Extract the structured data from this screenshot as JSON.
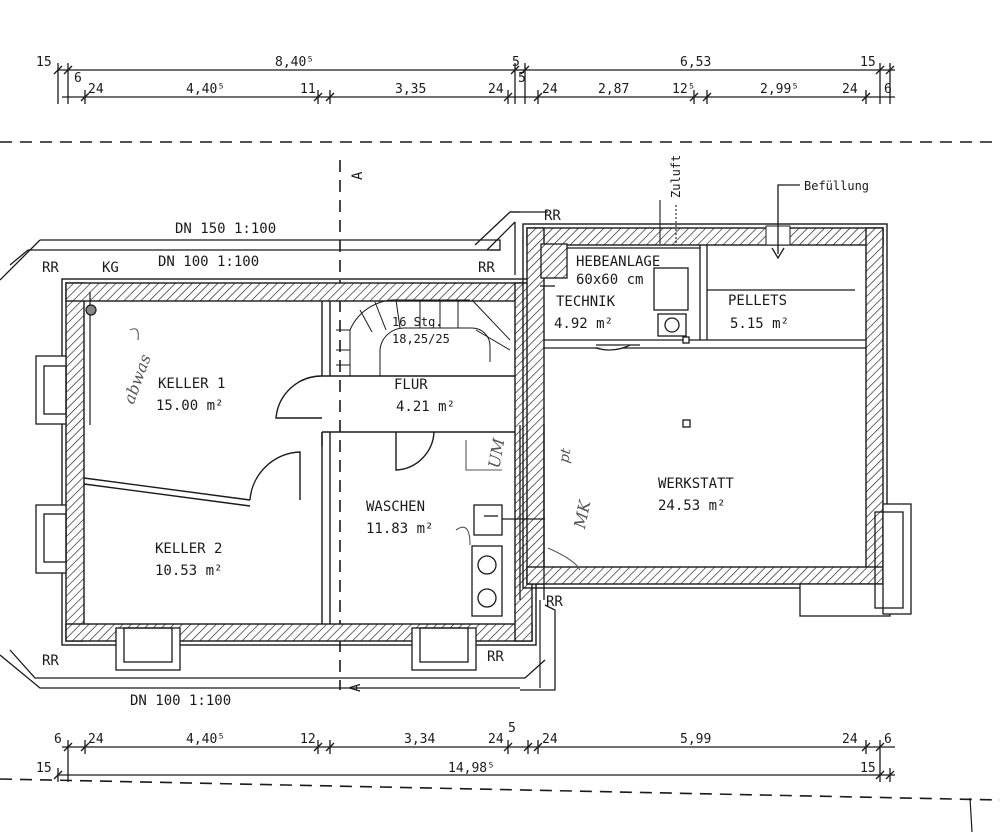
{
  "rooms": [
    {
      "id": "keller1",
      "name": "KELLER 1",
      "area": "15.00 m²"
    },
    {
      "id": "keller2",
      "name": "KELLER 2",
      "area": "10.53 m²"
    },
    {
      "id": "flur",
      "name": "FLUR",
      "area": "4.21 m²"
    },
    {
      "id": "waschen",
      "name": "WASCHEN",
      "area": "11.83 m²"
    },
    {
      "id": "technik",
      "name": "TECHNIK",
      "area": "4.92 m²"
    },
    {
      "id": "pellets",
      "name": "PELLETS",
      "area": "5.15 m²"
    },
    {
      "id": "werkstatt",
      "name": "WERKSTATT",
      "area": "24.53 m²"
    }
  ],
  "stairs": {
    "line1": "16 Stg.",
    "line2": "18,25/25"
  },
  "equipment": {
    "hebeanlage": "HEBEANLAGE",
    "hebeanlage_size": "60x60 cm"
  },
  "annotations": {
    "zuluft": "Zuluft",
    "befuellung": "Befüllung",
    "kg": "KG",
    "rr": "RR",
    "section_a": "A",
    "dn150": "DN 150 1:100",
    "dn100_top": "DN 100 1:100",
    "dn100_bottom": "DN 100 1:100"
  },
  "dimensions": {
    "top_overall": [
      "15",
      "8,40⁵",
      "5",
      "6,53",
      "15"
    ],
    "top_detail": [
      "6",
      "24",
      "4,40⁵",
      "11",
      "3,35",
      "24",
      "5",
      "24",
      "2,87",
      "12⁵",
      "2,99⁵",
      "24",
      "6"
    ],
    "bottom_detail": [
      "6",
      "24",
      "4,40⁵",
      "12",
      "3,34",
      "24",
      "5",
      "24",
      "5,99",
      "24",
      "6"
    ],
    "bottom_overall": [
      "15",
      "14,98⁵",
      "15"
    ]
  },
  "handwritten": {
    "note1": "abwas",
    "note2": "UM",
    "note3": "pt",
    "note4": "MK"
  }
}
